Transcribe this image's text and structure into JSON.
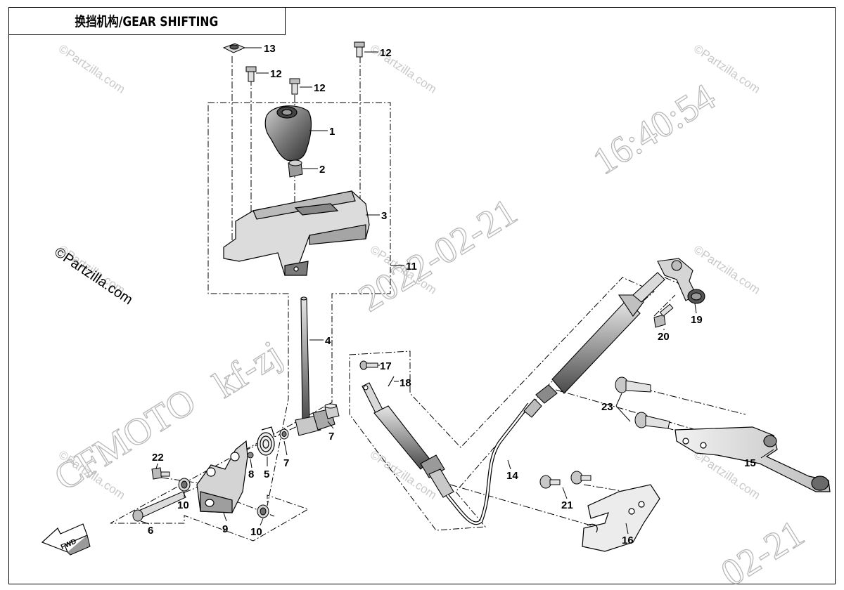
{
  "title": "换挡机构/GEAR SHIFTING",
  "callouts": [
    "1",
    "2",
    "3",
    "4",
    "5",
    "6",
    "7",
    "7",
    "8",
    "9",
    "10",
    "10",
    "11",
    "12",
    "12",
    "12",
    "13",
    "14",
    "15",
    "16",
    "17",
    "18",
    "19",
    "20",
    "21",
    "22",
    "23"
  ],
  "fwd_label": "FWD",
  "copyright_mark": "©Partzilla.com",
  "watermarks": {
    "small": "©Partzilla.com",
    "date": "2022-02-21",
    "time": "16:40:54",
    "user": "kf-zj",
    "brand": "CFMOTO",
    "date_fragment": "02-21"
  },
  "colors": {
    "line": "#000000",
    "watermark": "#c9c9c9",
    "background": "#ffffff"
  }
}
